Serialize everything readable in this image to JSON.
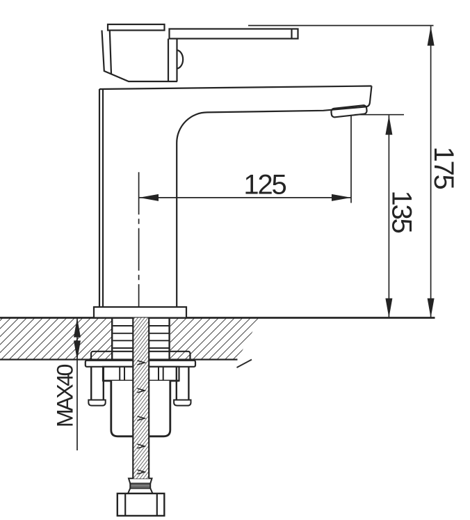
{
  "drawing": {
    "type": "technical-dimension-drawing",
    "subject": "single-lever basin mixer tap, side elevation with countertop mounting cross-section",
    "units": "mm",
    "background_color": "#ffffff",
    "line_color": "#242424",
    "dimensions": {
      "spout_reach": {
        "label": "125",
        "value": 125,
        "orientation": "horizontal",
        "from": "faucet centerline",
        "to": "spout outlet"
      },
      "spout_height": {
        "label": "135",
        "value": 135,
        "orientation": "vertical",
        "from": "spout outlet underside",
        "to": "countertop surface"
      },
      "total_height": {
        "label": "175",
        "value": 175,
        "orientation": "vertical",
        "from": "top of lever handle",
        "to": "countertop surface"
      },
      "max_mounting_thickness": {
        "label": "MAX40",
        "value": 40,
        "orientation": "vertical",
        "from": "countertop top",
        "to": "countertop bottom"
      }
    }
  }
}
